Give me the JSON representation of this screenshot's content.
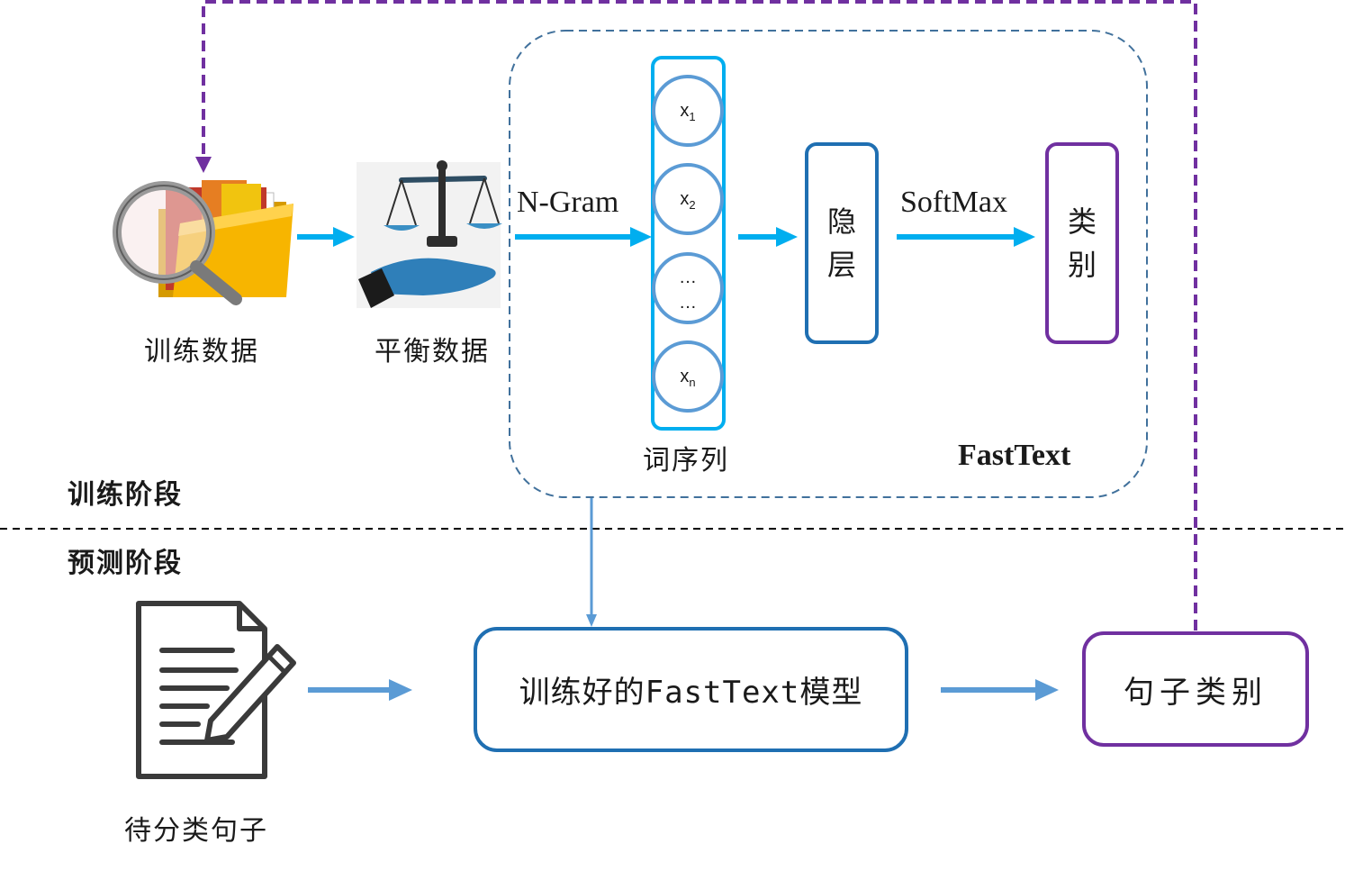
{
  "training": {
    "stage_label": "训练阶段",
    "data_label": "训练数据",
    "balance_label": "平衡数据",
    "ngram_label": "N-Gram",
    "sequence_label": "词序列",
    "neurons": [
      {
        "name": "x",
        "sub": "1"
      },
      {
        "name": "x",
        "sub": "2"
      },
      {
        "ellipsis": "…\n…"
      },
      {
        "name": "x",
        "sub": "n"
      }
    ],
    "hidden_label": "隐层",
    "softmax_label": "SoftMax",
    "category_label": "类别",
    "fasttext_label": "FastText"
  },
  "prediction": {
    "stage_label": "预测阶段",
    "input_label": "待分类句子",
    "model_label": "训练好的FastText模型",
    "output_label": "句子类别"
  },
  "colors": {
    "arrow_cyan": "#00aeef",
    "arrow_blue": "#5b9bd5",
    "box_blue": "#1f6fb2",
    "box_purple": "#7030a0",
    "dashed_purple": "#7030a0",
    "dashed_region": "#41719c",
    "neuron_stroke": "#5b9bd5",
    "column_stroke": "#00aeef"
  }
}
